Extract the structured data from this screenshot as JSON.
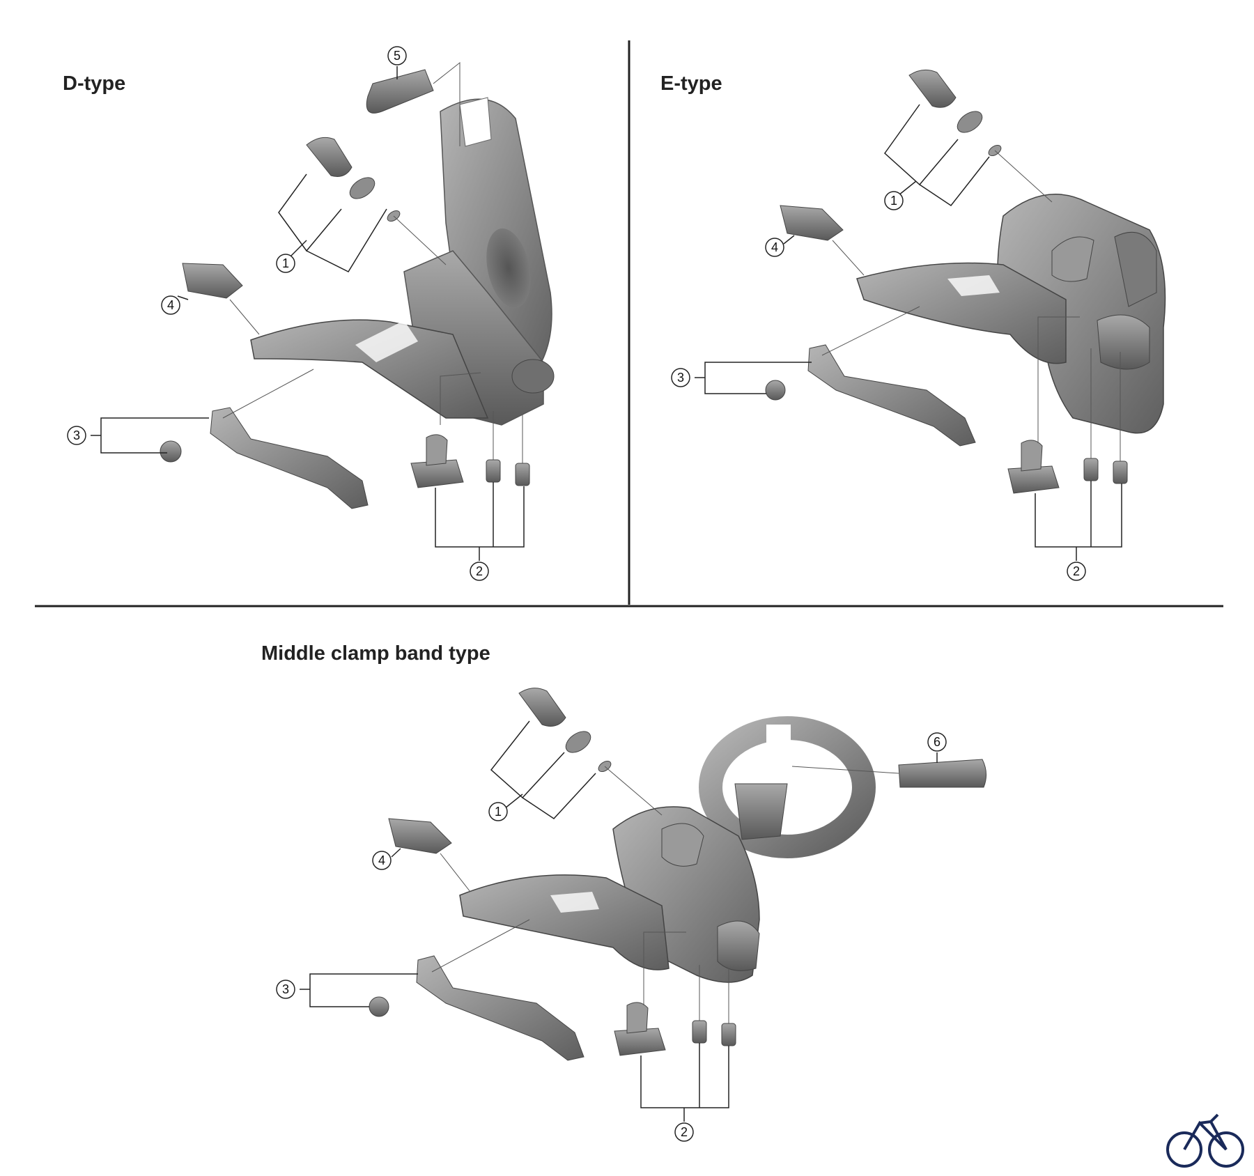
{
  "panels": [
    {
      "title": "D-type",
      "callouts": [
        "5",
        "1",
        "4",
        "3",
        "2"
      ]
    },
    {
      "title": "E-type",
      "callouts": [
        "1",
        "4",
        "3",
        "2"
      ]
    },
    {
      "title": "Middle clamp band type",
      "callouts": [
        "1",
        "6",
        "4",
        "3",
        "2"
      ]
    }
  ],
  "icon": "bicycle-icon"
}
